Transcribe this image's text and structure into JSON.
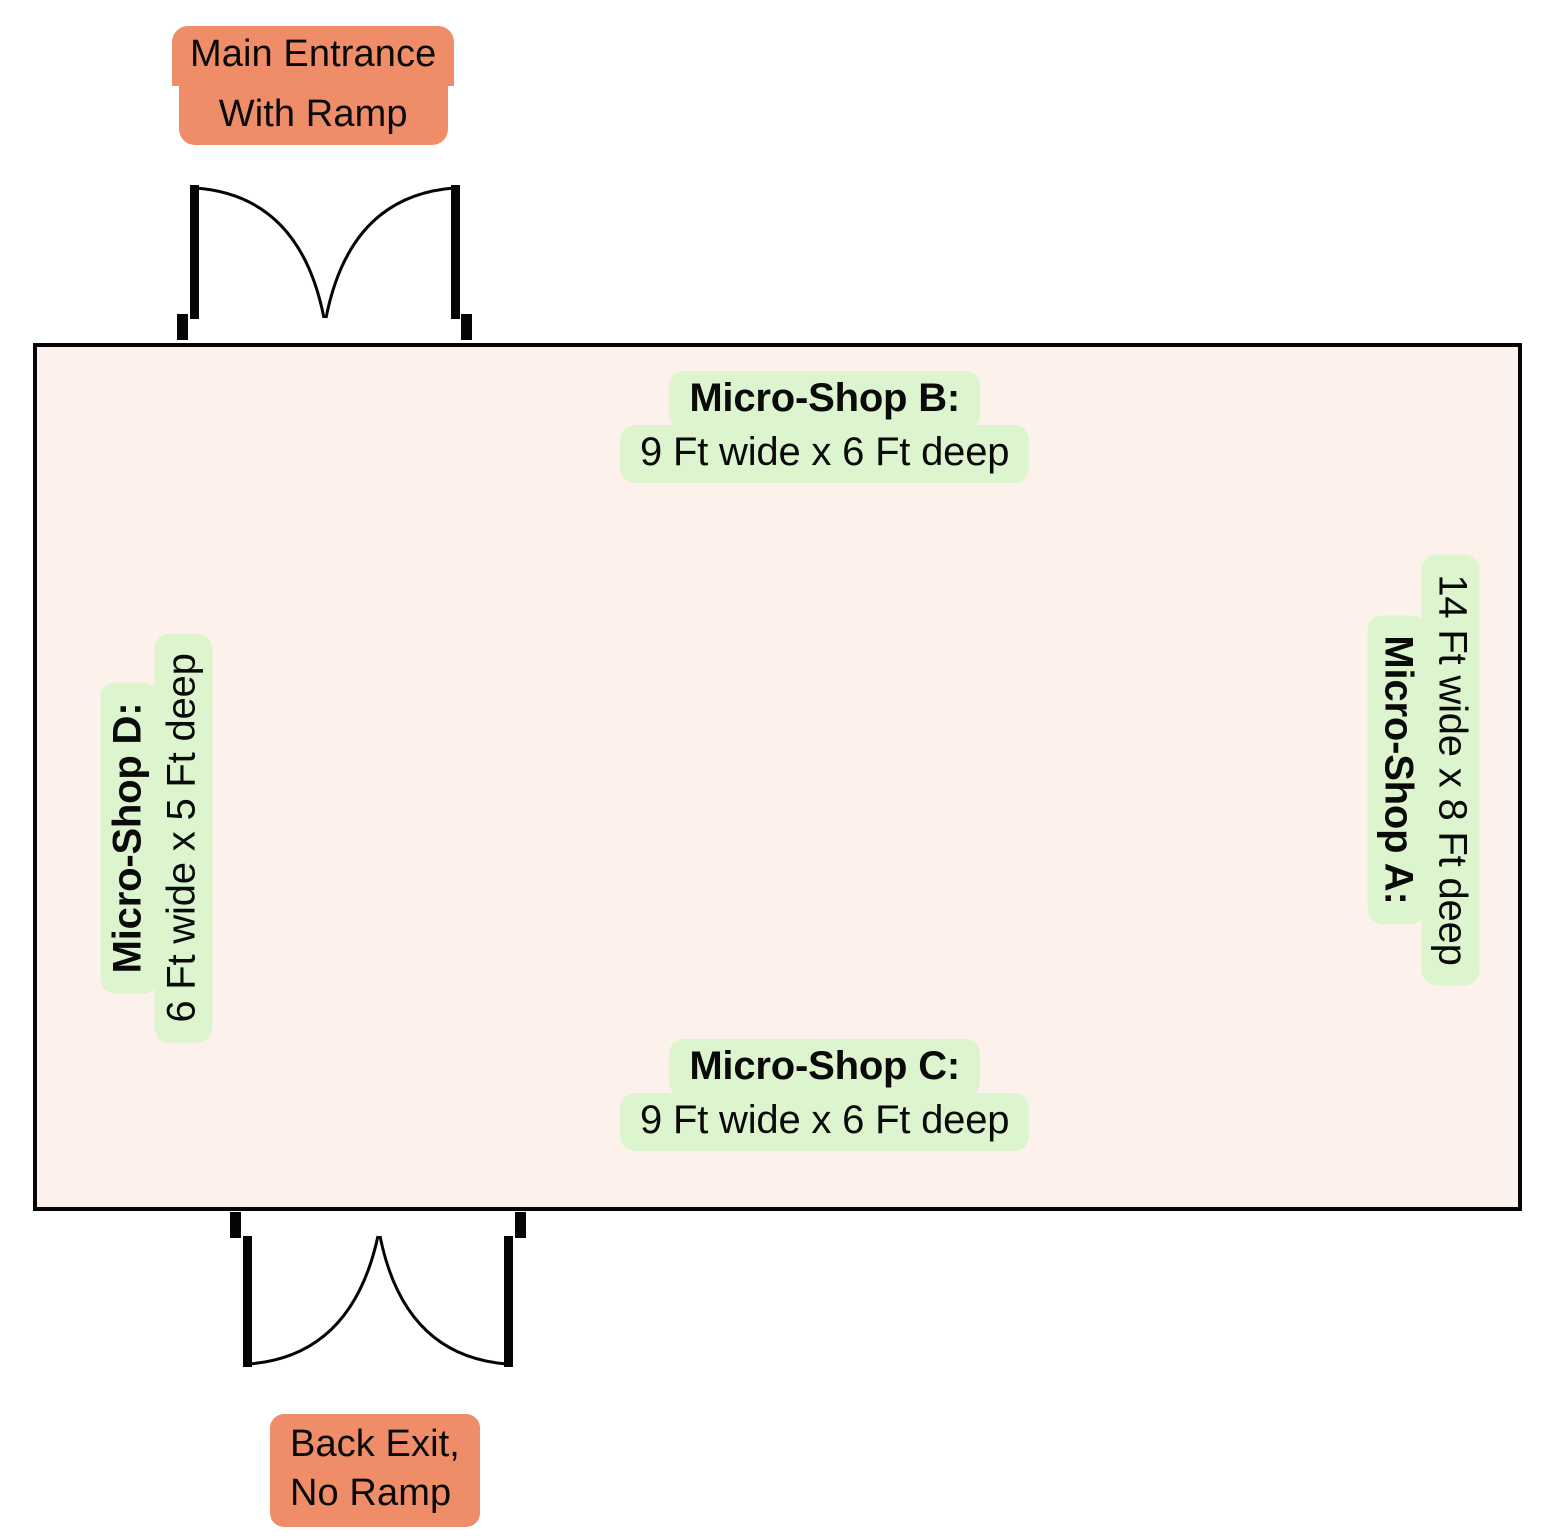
{
  "diagram": {
    "kind": "floor-plan",
    "room": {
      "fill_color": "#fdf1ec",
      "stroke_color": "#050505"
    },
    "colors": {
      "shop_label_bg": "#ddf5cf",
      "door_label_bg": "#ef8d68",
      "room_fill": "#fdf1ec",
      "wall_stroke": "#050505",
      "text": "#0a0a0a"
    }
  },
  "doors": {
    "main_entrance": {
      "label_lines": [
        "Main Entrance",
        "With Ramp"
      ],
      "position": "top",
      "type": "double-swing-door"
    },
    "back_exit": {
      "label_lines": [
        "Back Exit,",
        "No Ramp"
      ],
      "position": "bottom",
      "type": "double-swing-door"
    }
  },
  "shops": {
    "a": {
      "title": "Micro-Shop A:",
      "dimensions": "14 Ft wide x 8 Ft deep",
      "width_ft": 14,
      "depth_ft": 8,
      "wall": "right"
    },
    "b": {
      "title": "Micro-Shop B:",
      "dimensions": "9 Ft wide x 6 Ft deep",
      "width_ft": 9,
      "depth_ft": 6,
      "wall": "top"
    },
    "c": {
      "title": "Micro-Shop C:",
      "dimensions": "9 Ft wide x 6 Ft deep",
      "width_ft": 9,
      "depth_ft": 6,
      "wall": "bottom"
    },
    "d": {
      "title": "Micro-Shop D:",
      "dimensions": "6 Ft wide x 5 Ft deep",
      "width_ft": 6,
      "depth_ft": 5,
      "wall": "left"
    }
  }
}
